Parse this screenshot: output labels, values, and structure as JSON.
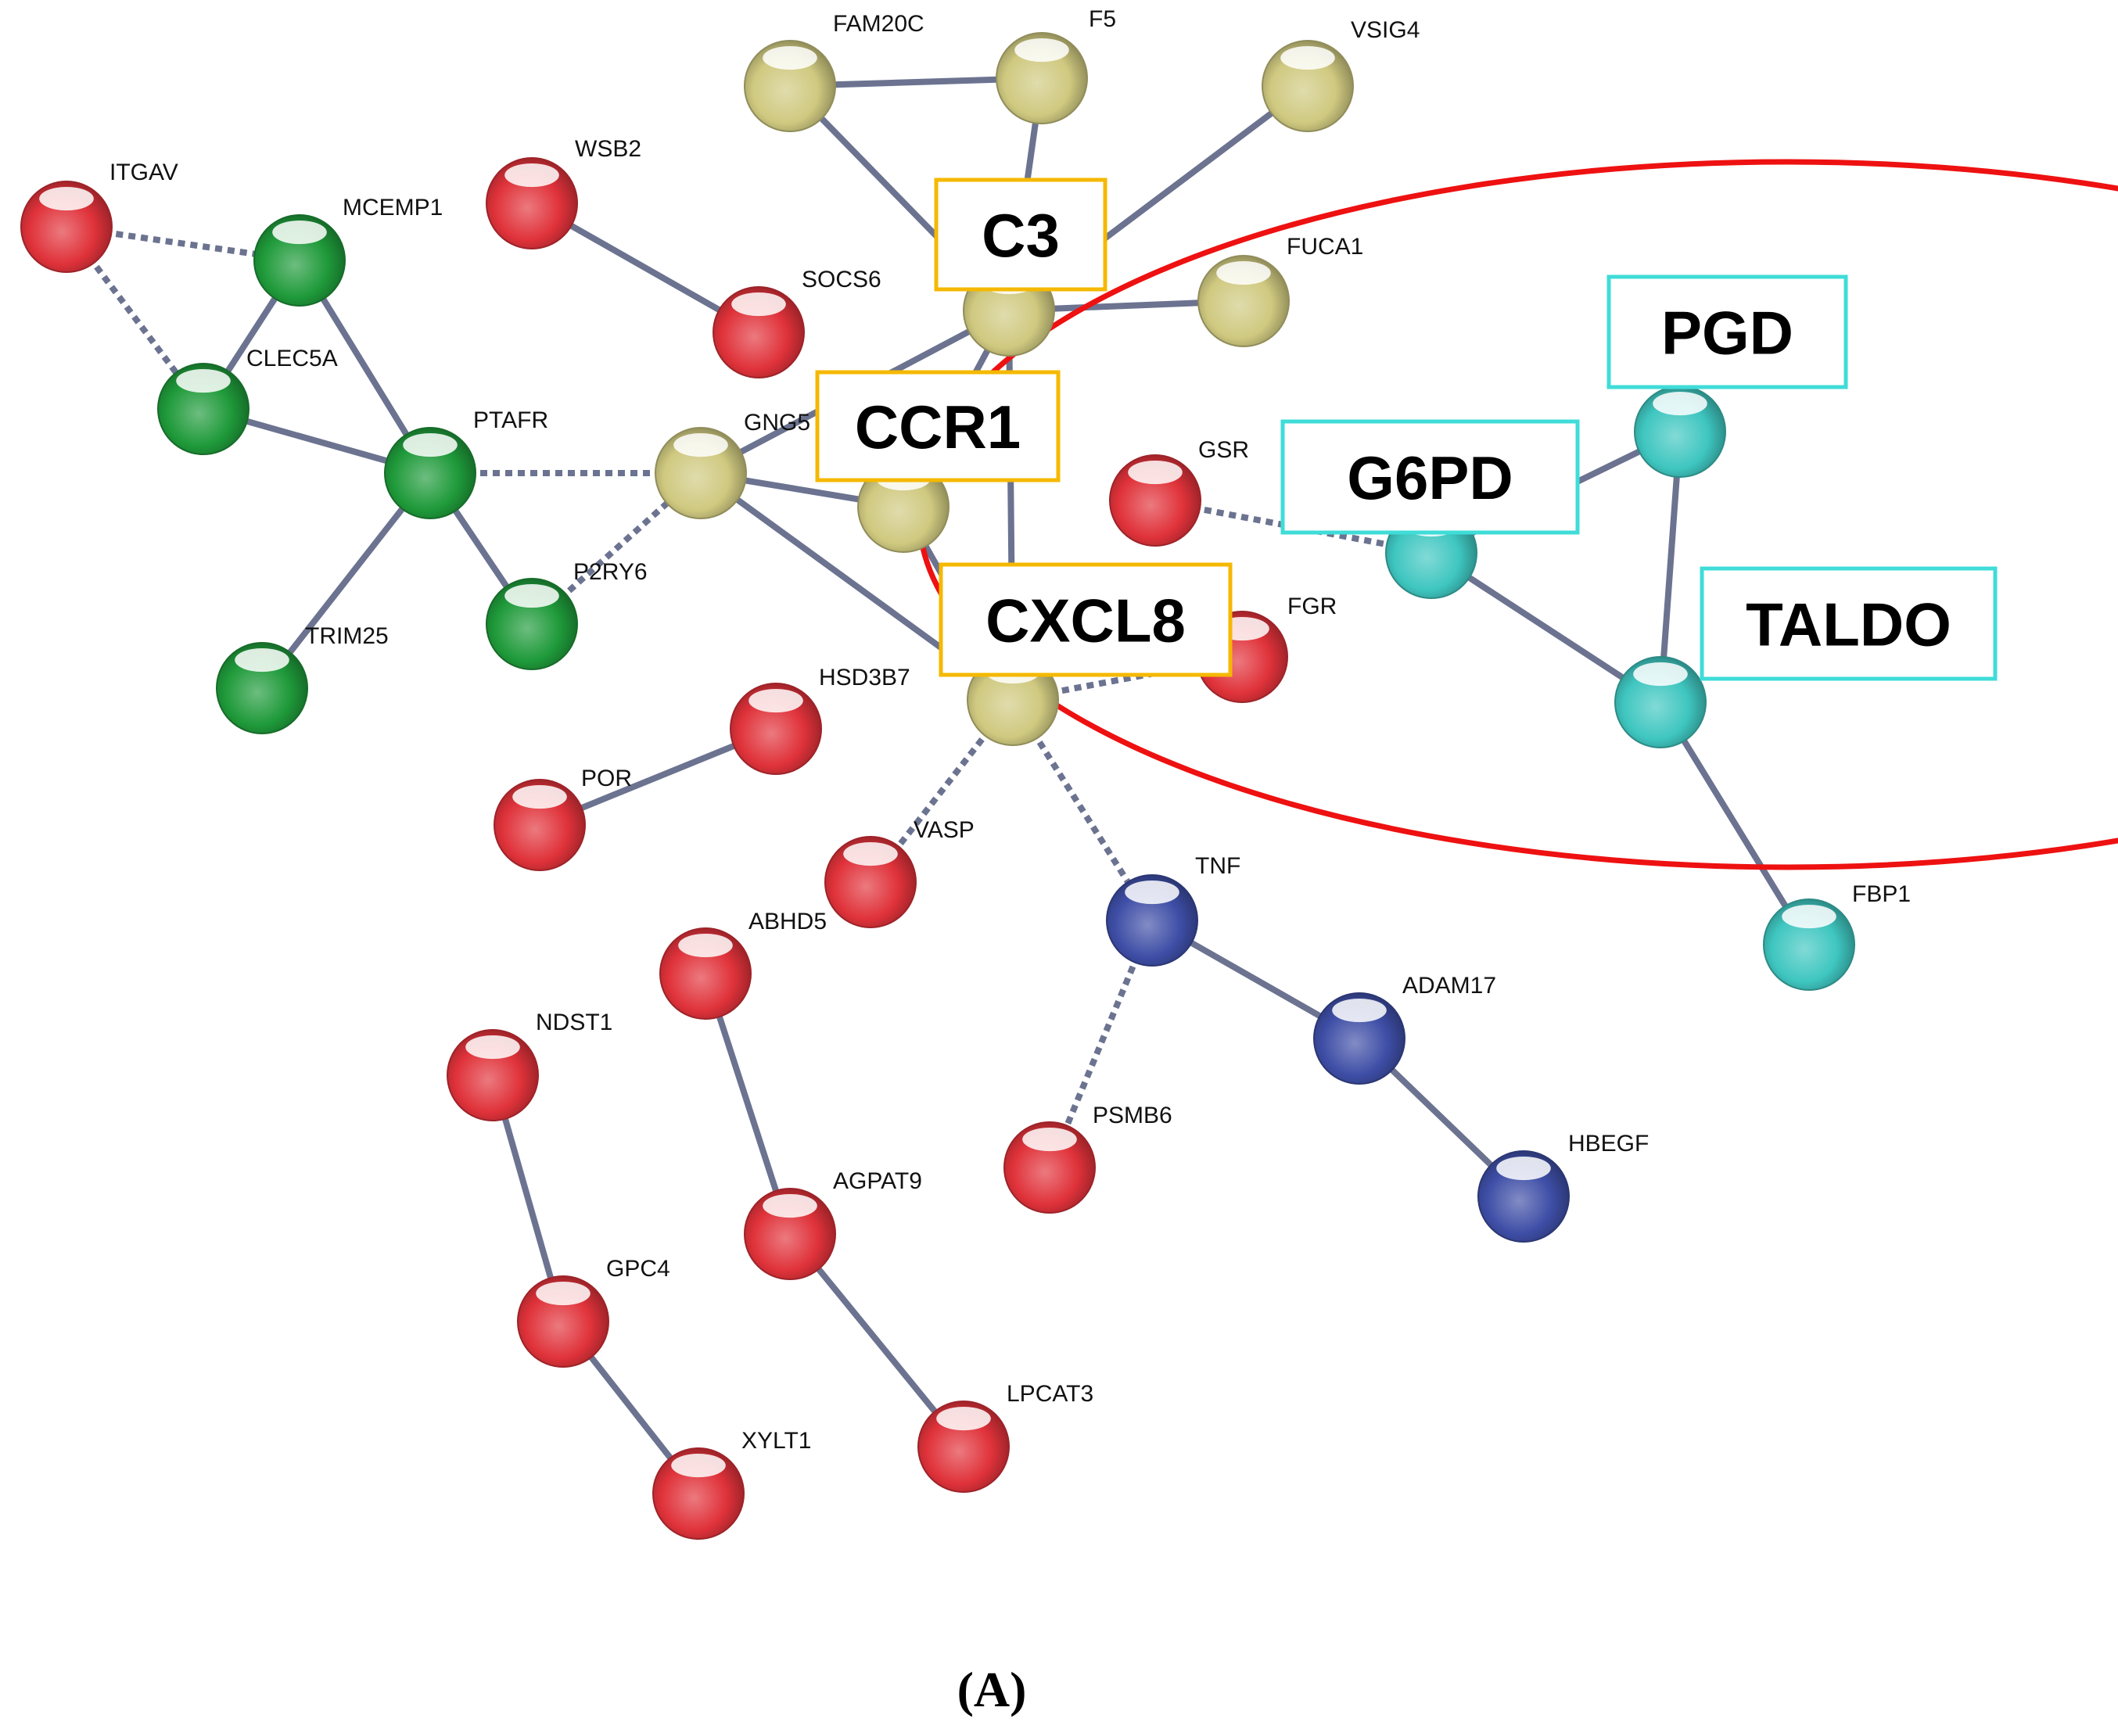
{
  "panel_label": "(A)",
  "colors": {
    "red": "#e0323a",
    "green": "#1f9a3a",
    "yellow": "#cfc980",
    "blue": "#3e4ea6",
    "cyan": "#3fc6c0",
    "edge": "#6b7390",
    "highlight_box_orange": "#f5b800",
    "highlight_box_cyan": "#3fdcd8",
    "cluster_circle": "#ee1111"
  },
  "nodes": [
    {
      "id": "ITGAV",
      "label": "ITGAV",
      "color": "red"
    },
    {
      "id": "MCEMP1",
      "label": "MCEMP1",
      "color": "green"
    },
    {
      "id": "CLEC5A",
      "label": "CLEC5A",
      "color": "green"
    },
    {
      "id": "PTAFR",
      "label": "PTAFR",
      "color": "green"
    },
    {
      "id": "TRIM25",
      "label": "TRIM25",
      "color": "green"
    },
    {
      "id": "P2RY6",
      "label": "P2RY6",
      "color": "green"
    },
    {
      "id": "WSB2",
      "label": "WSB2",
      "color": "red"
    },
    {
      "id": "SOCS6",
      "label": "SOCS6",
      "color": "red"
    },
    {
      "id": "FAM20C",
      "label": "FAM20C",
      "color": "yellow"
    },
    {
      "id": "F5",
      "label": "F5",
      "color": "yellow"
    },
    {
      "id": "VSIG4",
      "label": "VSIG4",
      "color": "yellow"
    },
    {
      "id": "FUCA1",
      "label": "FUCA1",
      "color": "yellow"
    },
    {
      "id": "C3",
      "label": "",
      "color": "yellow"
    },
    {
      "id": "GNG5",
      "label": "GNG5",
      "color": "yellow"
    },
    {
      "id": "CCR1",
      "label": "",
      "color": "yellow"
    },
    {
      "id": "CXCL8",
      "label": "",
      "color": "yellow"
    },
    {
      "id": "GSR",
      "label": "GSR",
      "color": "red"
    },
    {
      "id": "FGR",
      "label": "FGR",
      "color": "red"
    },
    {
      "id": "HSD3B7",
      "label": "HSD3B7",
      "color": "red"
    },
    {
      "id": "POR",
      "label": "POR",
      "color": "red"
    },
    {
      "id": "VASP",
      "label": "VASP",
      "color": "red"
    },
    {
      "id": "ABHD5",
      "label": "ABHD5",
      "color": "red"
    },
    {
      "id": "NDST1",
      "label": "NDST1",
      "color": "red"
    },
    {
      "id": "GPC4",
      "label": "GPC4",
      "color": "red"
    },
    {
      "id": "XYLT1",
      "label": "XYLT1",
      "color": "red"
    },
    {
      "id": "AGPAT9",
      "label": "AGPAT9",
      "color": "red"
    },
    {
      "id": "LPCAT3",
      "label": "LPCAT3",
      "color": "red"
    },
    {
      "id": "TNF",
      "label": "TNF",
      "color": "blue"
    },
    {
      "id": "ADAM17",
      "label": "ADAM17",
      "color": "blue"
    },
    {
      "id": "HBEGF",
      "label": "HBEGF",
      "color": "blue"
    },
    {
      "id": "PSMB6",
      "label": "PSMB6",
      "color": "red"
    },
    {
      "id": "G6PD",
      "label": "",
      "color": "cyan"
    },
    {
      "id": "PGD",
      "label": "",
      "color": "cyan"
    },
    {
      "id": "TALDO",
      "label": "",
      "color": "cyan"
    },
    {
      "id": "FBP1",
      "label": "FBP1",
      "color": "cyan"
    }
  ],
  "edges": [
    {
      "from": "ITGAV",
      "to": "MCEMP1",
      "style": "dashed"
    },
    {
      "from": "ITGAV",
      "to": "CLEC5A",
      "style": "dashed"
    },
    {
      "from": "MCEMP1",
      "to": "CLEC5A",
      "style": "solid"
    },
    {
      "from": "MCEMP1",
      "to": "PTAFR",
      "style": "solid"
    },
    {
      "from": "CLEC5A",
      "to": "PTAFR",
      "style": "solid"
    },
    {
      "from": "PTAFR",
      "to": "TRIM25",
      "style": "solid"
    },
    {
      "from": "PTAFR",
      "to": "P2RY6",
      "style": "solid"
    },
    {
      "from": "PTAFR",
      "to": "GNG5",
      "style": "dashed"
    },
    {
      "from": "P2RY6",
      "to": "GNG5",
      "style": "dashed"
    },
    {
      "from": "WSB2",
      "to": "SOCS6",
      "style": "solid"
    },
    {
      "from": "FAM20C",
      "to": "F5",
      "style": "solid"
    },
    {
      "from": "FAM20C",
      "to": "C3",
      "style": "solid"
    },
    {
      "from": "F5",
      "to": "C3",
      "style": "solid"
    },
    {
      "from": "VSIG4",
      "to": "C3",
      "style": "solid"
    },
    {
      "from": "FUCA1",
      "to": "C3",
      "style": "solid"
    },
    {
      "from": "C3",
      "to": "GNG5",
      "style": "solid"
    },
    {
      "from": "C3",
      "to": "CCR1",
      "style": "solid"
    },
    {
      "from": "C3",
      "to": "CXCL8",
      "style": "solid"
    },
    {
      "from": "GNG5",
      "to": "CCR1",
      "style": "solid"
    },
    {
      "from": "GNG5",
      "to": "CXCL8",
      "style": "solid"
    },
    {
      "from": "CCR1",
      "to": "CXCL8",
      "style": "solid"
    },
    {
      "from": "GSR",
      "to": "G6PD",
      "style": "dashed"
    },
    {
      "from": "CXCL8",
      "to": "FGR",
      "style": "dashed"
    },
    {
      "from": "CXCL8",
      "to": "VASP",
      "style": "dashed"
    },
    {
      "from": "CXCL8",
      "to": "TNF",
      "style": "dashed"
    },
    {
      "from": "POR",
      "to": "HSD3B7",
      "style": "solid"
    },
    {
      "from": "ABHD5",
      "to": "AGPAT9",
      "style": "solid"
    },
    {
      "from": "AGPAT9",
      "to": "LPCAT3",
      "style": "solid"
    },
    {
      "from": "NDST1",
      "to": "GPC4",
      "style": "solid"
    },
    {
      "from": "GPC4",
      "to": "XYLT1",
      "style": "solid"
    },
    {
      "from": "TNF",
      "to": "ADAM17",
      "style": "solid"
    },
    {
      "from": "ADAM17",
      "to": "HBEGF",
      "style": "solid"
    },
    {
      "from": "TNF",
      "to": "PSMB6",
      "style": "dashed"
    },
    {
      "from": "G6PD",
      "to": "PGD",
      "style": "solid"
    },
    {
      "from": "G6PD",
      "to": "TALDO",
      "style": "solid"
    },
    {
      "from": "PGD",
      "to": "TALDO",
      "style": "solid"
    },
    {
      "from": "TALDO",
      "to": "FBP1",
      "style": "solid"
    }
  ],
  "highlight_boxes": [
    {
      "id": "box-C3",
      "text": "C3",
      "tone": "orange"
    },
    {
      "id": "box-CCR1",
      "text": "CCR1",
      "tone": "orange"
    },
    {
      "id": "box-CXCL8",
      "text": "CXCL8",
      "tone": "orange"
    },
    {
      "id": "box-PGD",
      "text": "PGD",
      "tone": "cyan"
    },
    {
      "id": "box-G6PD",
      "text": "G6PD",
      "tone": "cyan"
    },
    {
      "id": "box-TALDO",
      "text": "TALDO",
      "tone": "cyan"
    }
  ]
}
